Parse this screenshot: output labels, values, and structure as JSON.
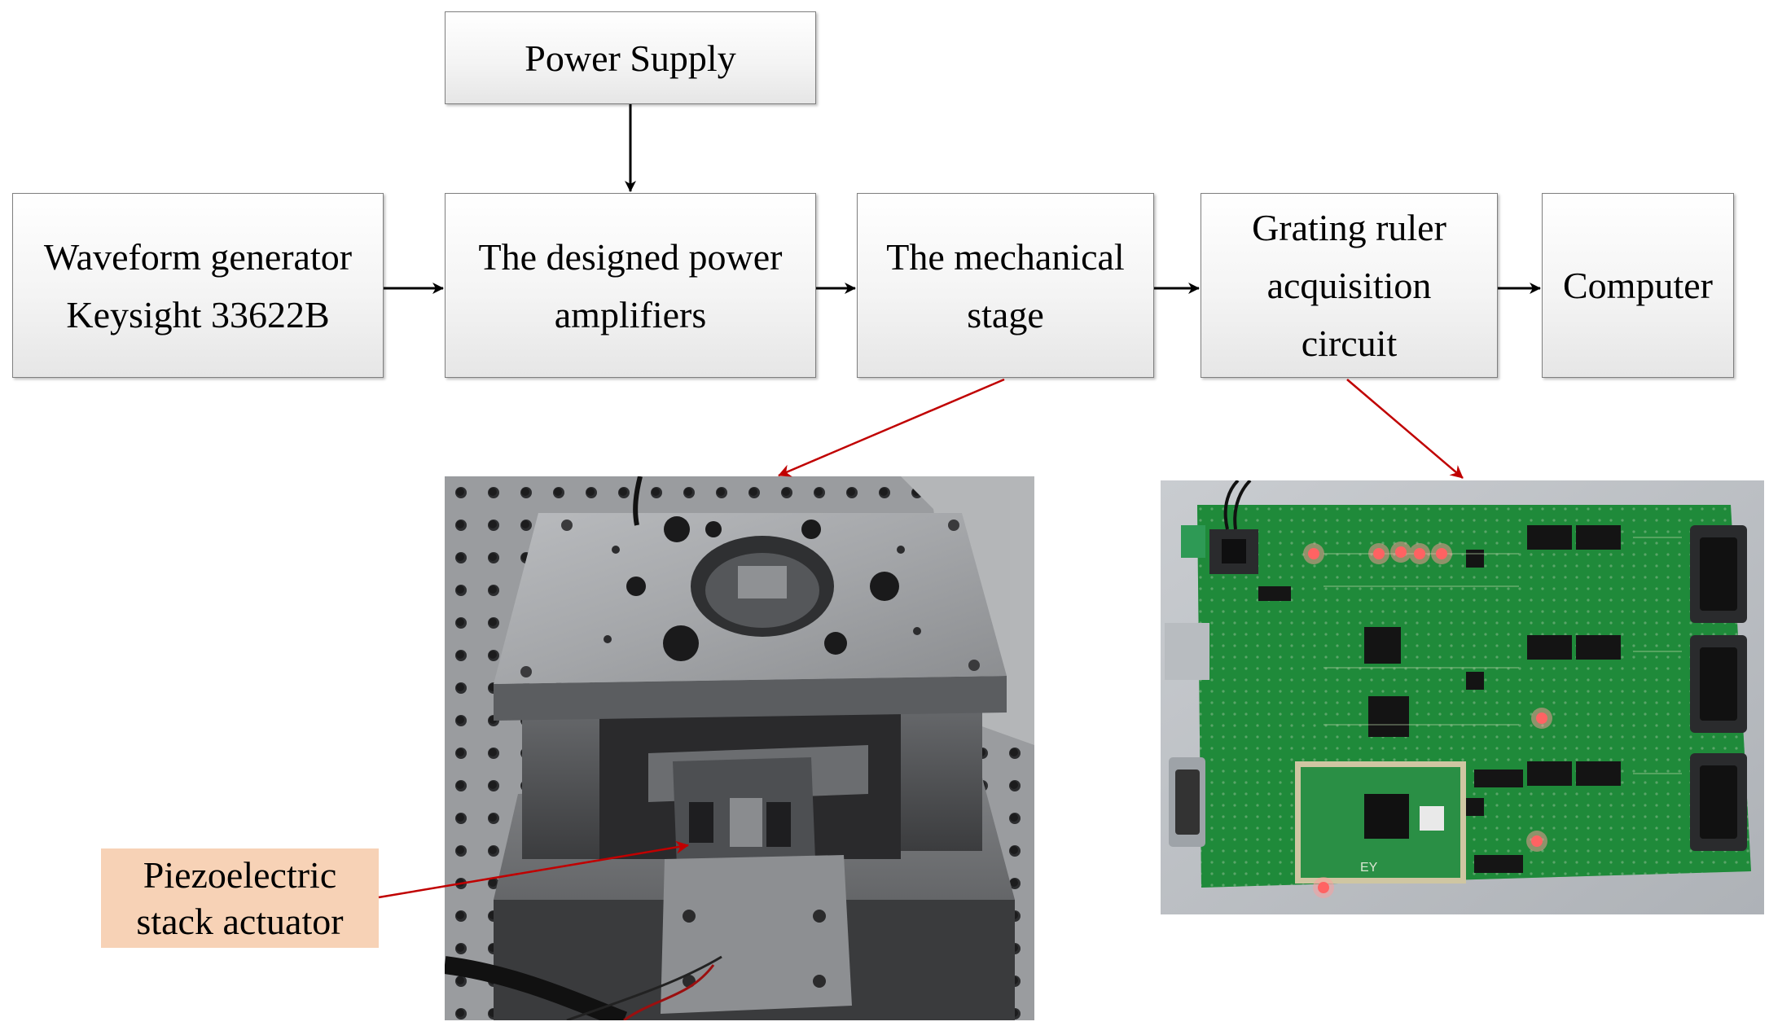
{
  "blocks": {
    "power_supply": {
      "lines": [
        "Power Supply"
      ]
    },
    "waveform_generator": {
      "lines": [
        "Waveform generator",
        "Keysight 33622B"
      ]
    },
    "power_amplifiers": {
      "lines": [
        "The designed power",
        "amplifiers"
      ]
    },
    "mechanical_stage": {
      "lines": [
        "The mechanical",
        "stage"
      ]
    },
    "acquisition_circuit": {
      "lines": [
        "Grating ruler",
        "acquisition",
        "circuit"
      ]
    },
    "computer": {
      "lines": [
        "Computer"
      ]
    }
  },
  "callout": {
    "lines": [
      "Piezoelectric",
      "stack actuator"
    ]
  },
  "photos": {
    "board_labels": {
      "connector": "EY"
    }
  },
  "colors": {
    "arrow": "#000000",
    "pointer_arrow": "#c00000",
    "block_border": "#7f7f7f",
    "callout_fill": "#f7d2b6",
    "pcb_green": "#1f8a3a"
  }
}
